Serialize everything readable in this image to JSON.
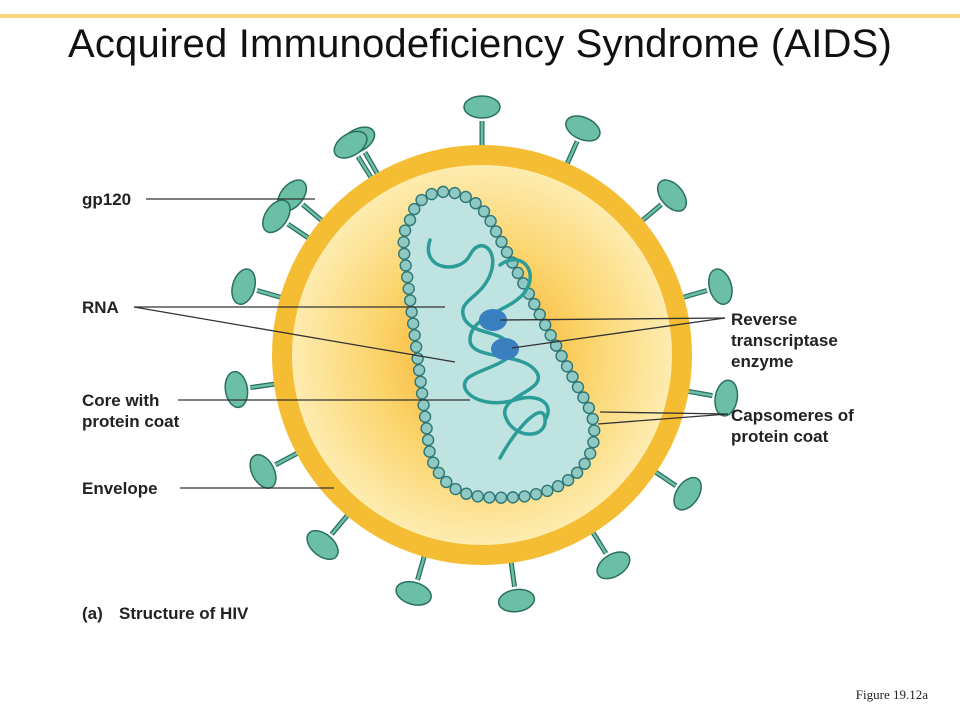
{
  "slide": {
    "title": "Acquired Immunodeficiency Syndrome (AIDS)",
    "figure_ref": "Figure 19.12a",
    "accent_color": "#f3d77a"
  },
  "diagram": {
    "colors": {
      "envelope": "#f6c13b",
      "envelope_inner": "#fde9a8",
      "core_fill": "#bfe3e1",
      "capsomere": "#8fc9c4",
      "capsomere_stroke": "#2f7775",
      "spike": "#6abfa5",
      "spike_stroke": "#2b6e62",
      "rna": "#2c9c98",
      "enzyme": "#3a7fc0",
      "leader": "#333333"
    },
    "labels": {
      "gp120": "gp120",
      "rna": "RNA",
      "core_line1": "Core with",
      "core_line2": "protein coat",
      "envelope": "Envelope",
      "rt_line1": "Reverse",
      "rt_line2": "transcriptase",
      "rt_line3": "enzyme",
      "caps_line1": "Capsomeres of",
      "caps_line2": "protein coat"
    },
    "caption": {
      "part": "(a)",
      "text": "Structure of HIV"
    }
  }
}
